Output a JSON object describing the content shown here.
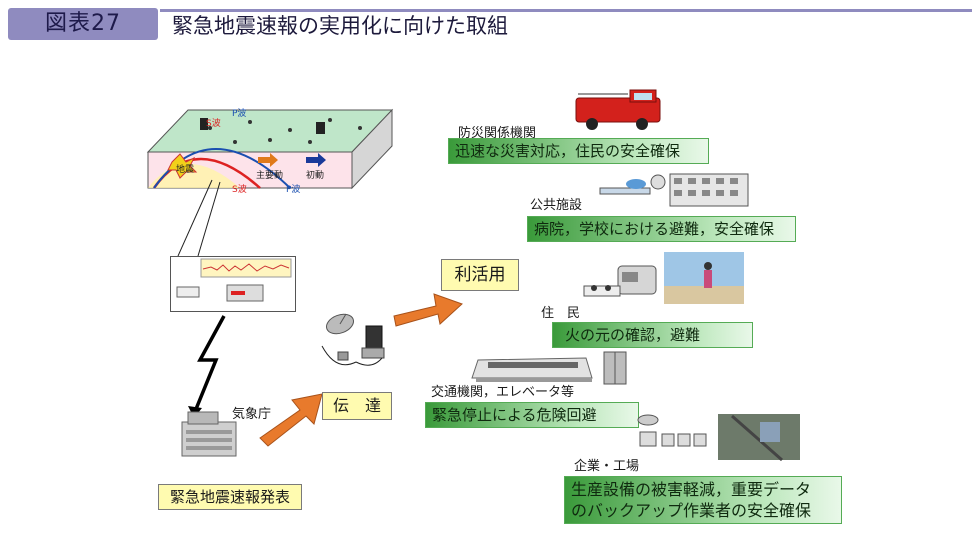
{
  "header": {
    "tag": "図表27",
    "title": "緊急地震速報の実用化に向けた取組"
  },
  "quake_figure": {
    "p_wave": "P波",
    "s_wave": "S波",
    "epicenter": "地震",
    "main_motion": "主要動",
    "initial_motion": "初動"
  },
  "agency": {
    "label": "気象庁",
    "caption": "緊急地震速報発表"
  },
  "transmit": {
    "label": "伝　達"
  },
  "utilize": {
    "label": "利活用"
  },
  "uses": [
    {
      "category": "防災関係機関",
      "text": "迅速な災害対応，住民の安全確保"
    },
    {
      "category": "公共施設",
      "text": "病院，学校における避難，安全確保"
    },
    {
      "category": "住　民",
      "text": "火の元の確認，避難"
    },
    {
      "category": "交通機関，エレベータ等",
      "text": "緊急停止による危険回避"
    },
    {
      "category": "企業・工場",
      "line1": "生産設備の被害軽減，重要データ",
      "line2": "のバックアップ作業者の安全確保"
    }
  ],
  "colors": {
    "header": "#8f8bbf",
    "green": "#3a9a3a",
    "yellow": "#fffbb0",
    "arrow": "#e87a2c"
  }
}
